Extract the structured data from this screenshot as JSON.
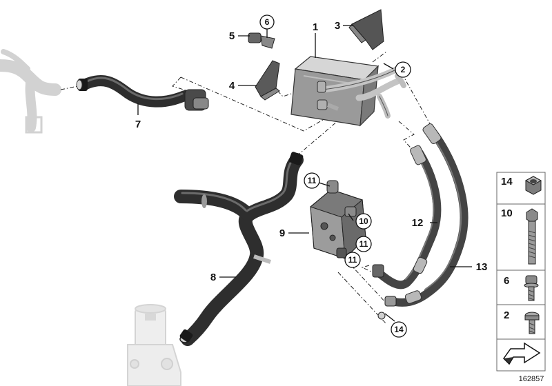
{
  "callouts": {
    "c1": "1",
    "c2": "2",
    "c3": "3",
    "c4": "4",
    "c5": "5",
    "c6": "6",
    "c7": "7",
    "c8": "8",
    "c9": "9",
    "c10": "10",
    "c11a": "11",
    "c11b": "11",
    "c11c": "11",
    "c12": "12",
    "c13": "13",
    "c14": "14"
  },
  "legend": {
    "items": [
      {
        "number": "14",
        "icon": "hex-nut-icon"
      },
      {
        "number": "10",
        "icon": "long-hex-bolt-icon"
      },
      {
        "number": "6",
        "icon": "collar-screw-icon"
      },
      {
        "number": "2",
        "icon": "torx-screw-icon"
      }
    ],
    "last_icon": "forward-arrow-icon"
  },
  "document_number": "162857",
  "colors": {
    "hose_dark": "#3a3a3a",
    "hose_mid": "#5a5a5a",
    "metal": "#b8b8b8",
    "ghost": "#d2d2d2",
    "line": "#111111"
  }
}
